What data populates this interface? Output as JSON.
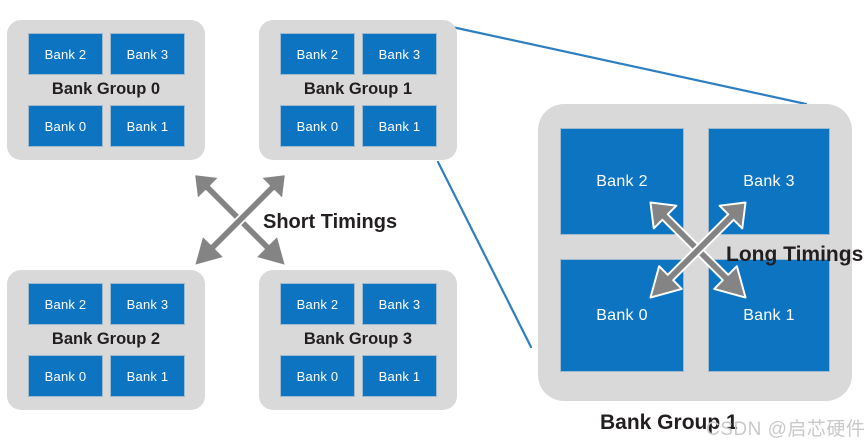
{
  "diagram": {
    "title": "DRAM Bank Group Timing Diagram",
    "colors": {
      "bank_blue": "#0d74c2",
      "group_gray": "#d9d9d9",
      "arrow_gray": "#808080",
      "callout_blue": "#2e7fc1",
      "text_dark": "#231f20",
      "watermark_gray": "#c9c9c9",
      "background": "#ffffff"
    },
    "small_groups": [
      {
        "label": "Bank Group 0",
        "banks": [
          "Bank 2",
          "Bank 3",
          "Bank 0",
          "Bank 1"
        ]
      },
      {
        "label": "Bank Group 1",
        "banks": [
          "Bank 2",
          "Bank 3",
          "Bank 0",
          "Bank 1"
        ]
      },
      {
        "label": "Bank Group 2",
        "banks": [
          "Bank 2",
          "Bank 3",
          "Bank 0",
          "Bank 1"
        ]
      },
      {
        "label": "Bank Group 3",
        "banks": [
          "Bank 2",
          "Bank 3",
          "Bank 0",
          "Bank 1"
        ]
      }
    ],
    "big_group": {
      "caption": "Bank Group 1",
      "banks": [
        "Bank 2",
        "Bank 3",
        "Bank 0",
        "Bank 1"
      ]
    },
    "annotations": {
      "short_timings": "Short Timings",
      "long_timings": "Long Timings"
    },
    "icons": {
      "short_timings_arrow": "four-way-diagonal-arrow-icon",
      "long_timings_arrow": "four-way-diagonal-arrow-icon"
    },
    "watermark": "CSDN @启芯硬件"
  }
}
